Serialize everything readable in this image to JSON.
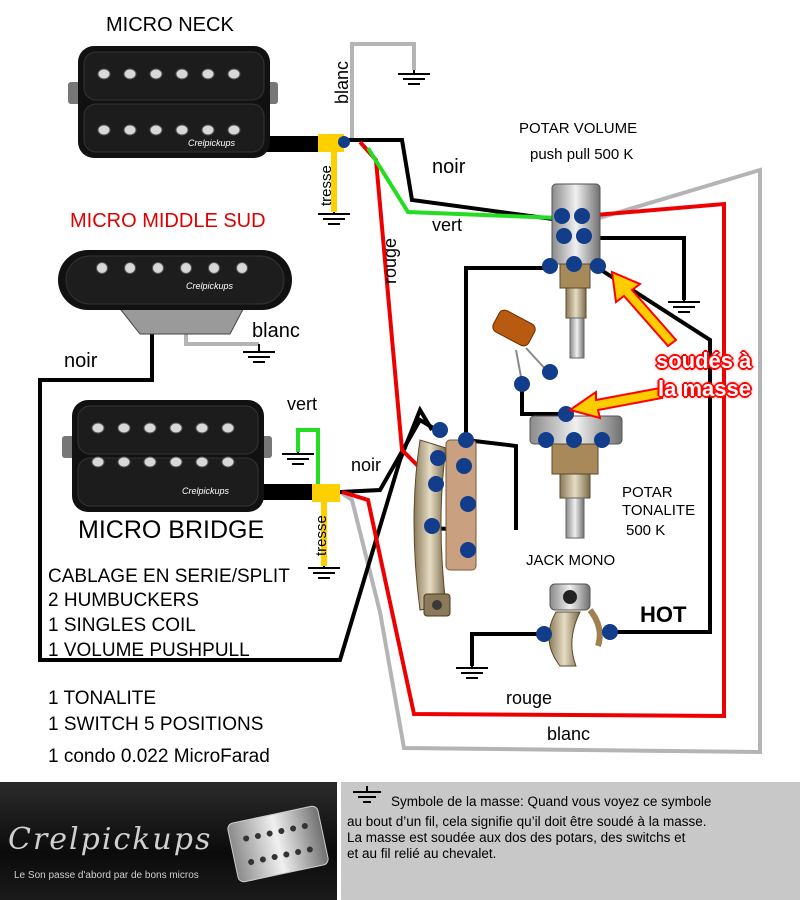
{
  "titles": {
    "neck": "MICRO NECK",
    "middle": "MICRO MIDDLE SUD",
    "bridge": "MICRO BRIDGE"
  },
  "wire_labels": {
    "blanc_neck": "blanc",
    "tresse_neck": "tresse",
    "noir_neck": "noir",
    "vert_neck": "vert",
    "rouge_neck": "rouge",
    "blanc_middle": "blanc",
    "noir_middle": "noir",
    "vert_bridge": "vert",
    "noir_bridge": "noir",
    "tresse_bridge": "tresse",
    "rouge_bottom": "rouge",
    "blanc_bottom": "blanc"
  },
  "components": {
    "volume_line1": "POTAR VOLUME",
    "volume_line2": "push pull  500 K",
    "tone_line1": "POTAR",
    "tone_line2": "TONALITE",
    "tone_line3": "500 K",
    "jack": "JACK MONO",
    "hot": "HOT",
    "solder_line1": "soudés à",
    "solder_line2": "la masse"
  },
  "specs": [
    "CABLAGE EN SERIE/SPLIT",
    "2 HUMBUCKERS",
    "1 SINGLES COIL",
    "1 VOLUME PUSHPULL"
  ],
  "specs2": [
    "1 TONALITE",
    "1 SWITCH 5 POSITIONS",
    "1 condo 0.022 MicroFarad"
  ],
  "pickup_brand": "Crelpickups",
  "footer": {
    "brand": "Crelpickups",
    "slogan": "Le Son passe d'abord par de bons micros",
    "note_lines": [
      "Symbole de la masse: Quand vous voyez ce symbole",
      "au bout d’un fil, cela signifie qu’il doit être soudé à la masse.",
      "La masse est soudée aux dos des potars, des switchs et",
      "et au fil relié au chevalet."
    ]
  },
  "colors": {
    "wire_black": "#000000",
    "wire_red": "#ee0000",
    "wire_green": "#22dd22",
    "wire_grey": "#b4b4b4",
    "wire_yellow": "#ffd000",
    "solder_dot": "#123d8a",
    "arrow": "#ffcc00",
    "arrow_outline": "#ff0000"
  }
}
